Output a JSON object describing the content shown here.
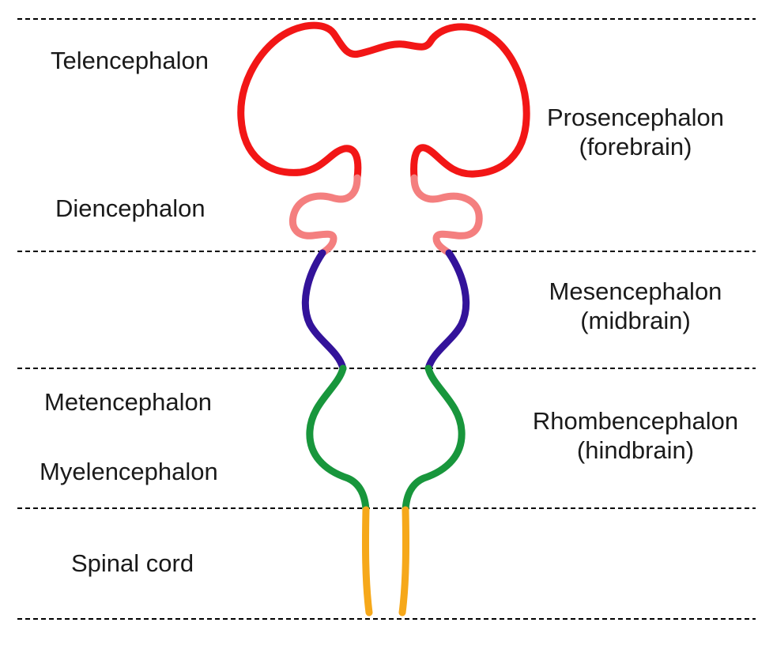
{
  "colors": {
    "telencephalon": "#f21616",
    "diencephalon": "#f47f7f",
    "mesencephalon": "#33139a",
    "rhombencephalon": "#18963c",
    "spinal_cord": "#f6a81a",
    "divider": "#000000"
  },
  "left_labels": {
    "telencephalon": "Telencephalon",
    "diencephalon": "Diencephalon",
    "metencephalon": "Metencephalon",
    "myelencephalon": "Myelencephalon",
    "spinal_cord": "Spinal cord"
  },
  "right_labels": {
    "prosencephalon_line1": "Prosencephalon",
    "prosencephalon_line2": "(forebrain)",
    "mesencephalon_line1": "Mesencephalon",
    "mesencephalon_line2": "(midbrain)",
    "rhombencephalon_line1": "Rhombencephalon",
    "rhombencephalon_line2": "(hindbrain)"
  }
}
